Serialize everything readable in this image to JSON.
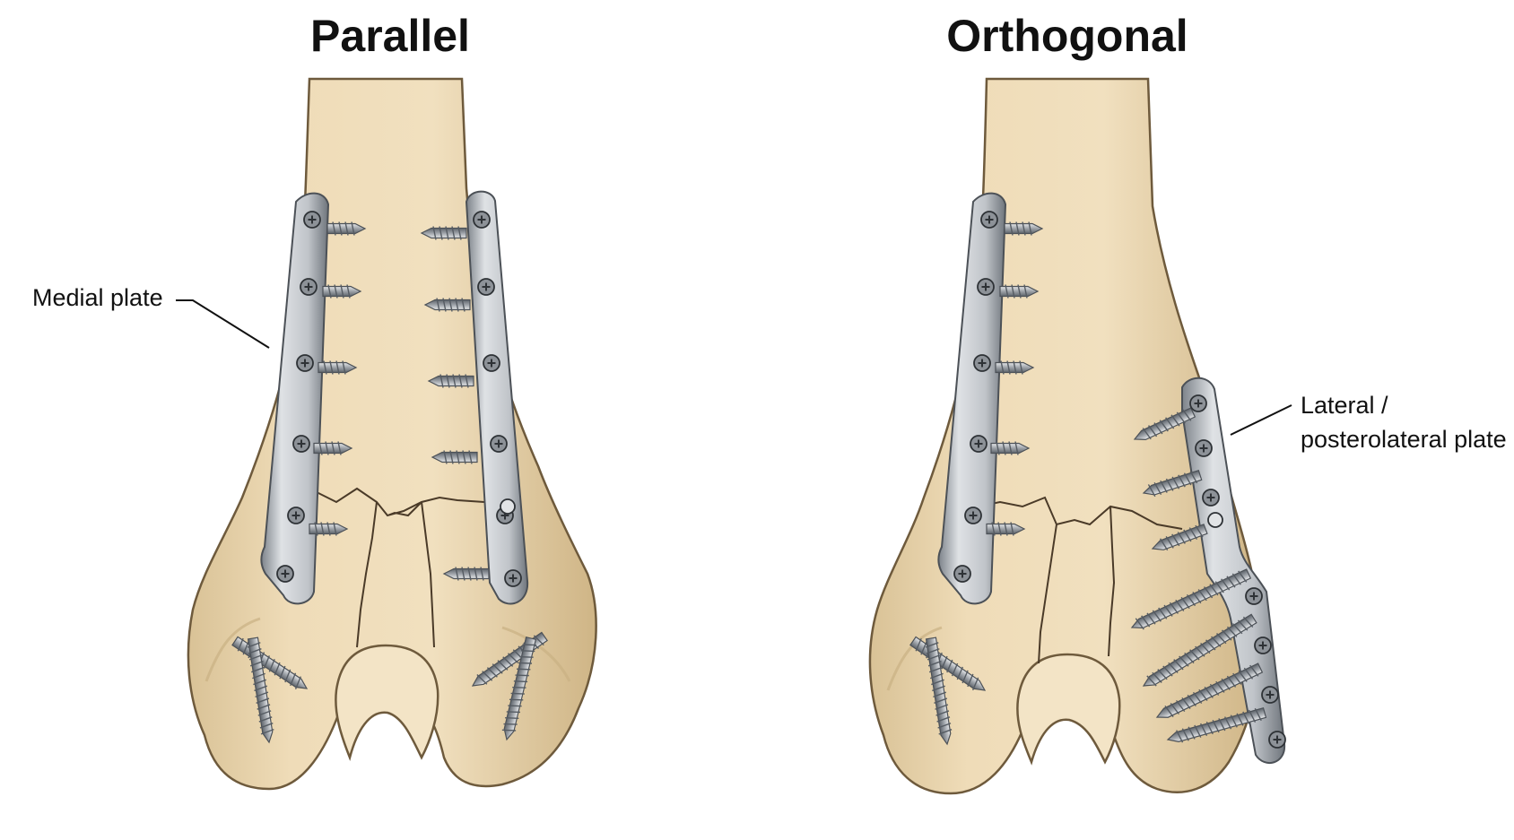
{
  "panels": [
    {
      "title": "Parallel"
    },
    {
      "title": "Orthogonal"
    }
  ],
  "labels": {
    "medial_plate": "Medial plate",
    "lateral_plate_line1": "Lateral /",
    "lateral_plate_line2": "posterolateral plate"
  },
  "colors": {
    "bone": "#ecd9b4",
    "bone_shadow": "#c9b083",
    "bone_outline": "#6e5a3c",
    "plate": "#c4c7cb",
    "plate_dark": "#4c5157",
    "screw": "#9da2a8",
    "fracture": "#4a3a28",
    "text": "#111111"
  }
}
